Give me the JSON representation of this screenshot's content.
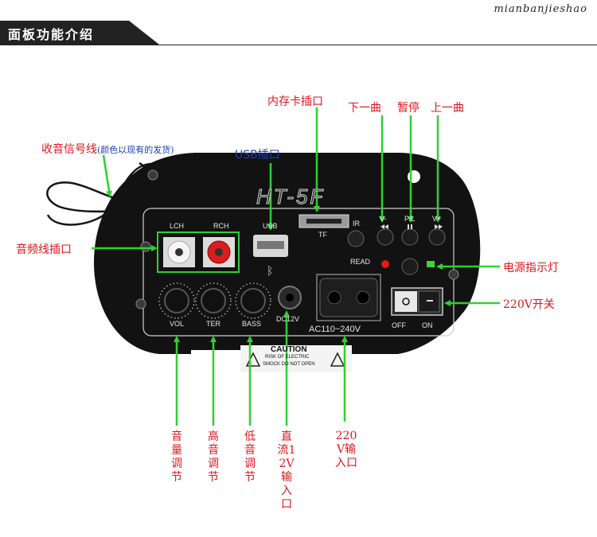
{
  "watermark": "mianbanjieshao",
  "header": {
    "title": "面板功能介绍"
  },
  "callouts": {
    "memory_card": "内存卡插口",
    "next_track": "下一曲",
    "pause": "暂停",
    "prev_track": "上一曲",
    "radio_antenna": "收音信号线",
    "radio_antenna_note": "(颜色以现有的发货)",
    "usb_port": "USB插口",
    "audio_input": "音频线插口",
    "power_indicator": "电源指示灯",
    "power_switch": "220V开关",
    "volume": "音量调节",
    "treble": "高音调节",
    "bass": "低音调节",
    "dc_input": "直流12V输入口",
    "ac_input": "220V输入口"
  },
  "panel": {
    "model": "HT-5F",
    "lch": "LCH",
    "rch": "RCH",
    "usb": "USB",
    "tf": "TF",
    "ir": "IR",
    "read": "READ",
    "btn_prev": "V-",
    "btn_pause": "P/L",
    "btn_next": "V+",
    "vol": "VOL",
    "ter": "TER",
    "bass": "BASS",
    "dc": "DC12V",
    "ac": "AC110~240V",
    "off": "OFF",
    "on": "ON",
    "caution_title": "CAUTION",
    "caution_line1": "RISK OF ELECTRIC",
    "caution_line2": "SMOCK DO NOT OPEN"
  },
  "colors": {
    "arrow": "#2fd12f",
    "label": "#e1141b",
    "note": "#1b3fb5",
    "panel": "#121212"
  }
}
